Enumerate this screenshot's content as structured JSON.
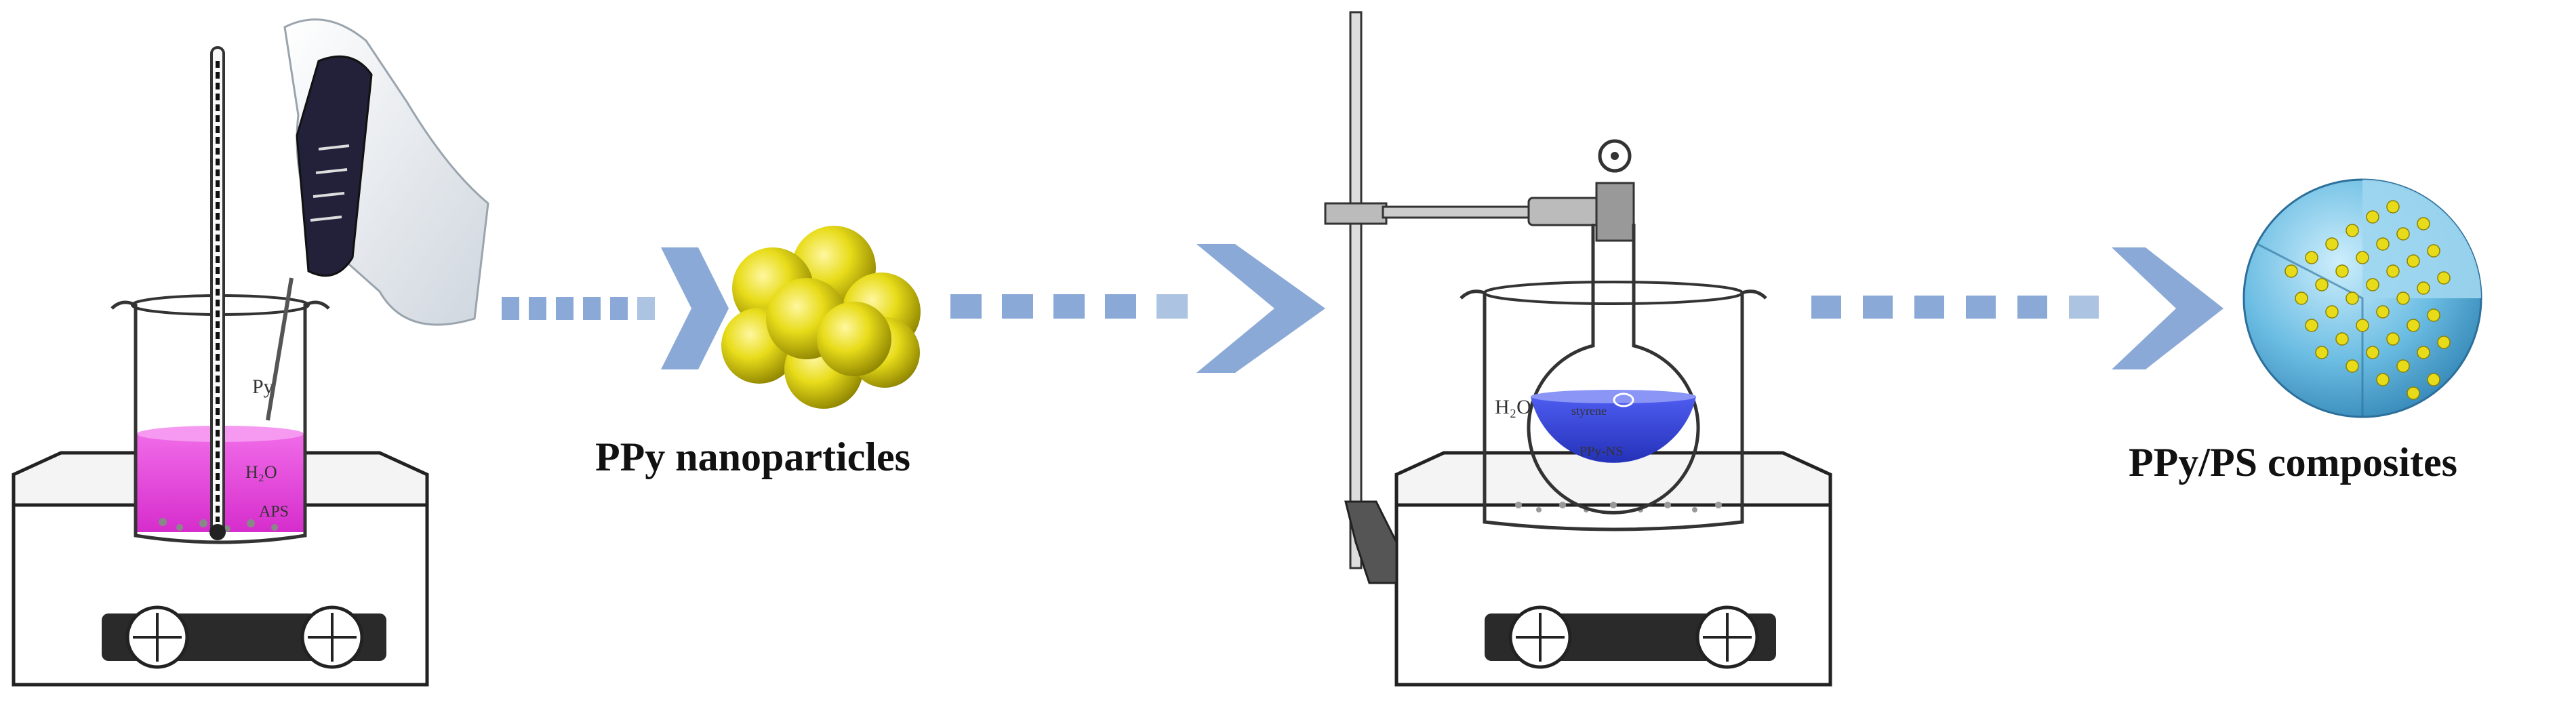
{
  "stage1": {
    "label_py": "Py",
    "label_h2o": "H₂O",
    "label_aps": "APS"
  },
  "stage2": {
    "caption": "PPy nanoparticles"
  },
  "stage3": {
    "label_h2o": "H₂O",
    "label_flask_top": "styrene",
    "label_flask_mid": "PPy-NS"
  },
  "stage4": {
    "caption": "PPy/PS composites"
  },
  "colors": {
    "arrow": "#8aa9d6",
    "pink_solution": "#e23fd9",
    "blue_solution": "#3c4bd8",
    "nanoparticle": "#e8dc1a",
    "sphere": "#67b8e0"
  }
}
